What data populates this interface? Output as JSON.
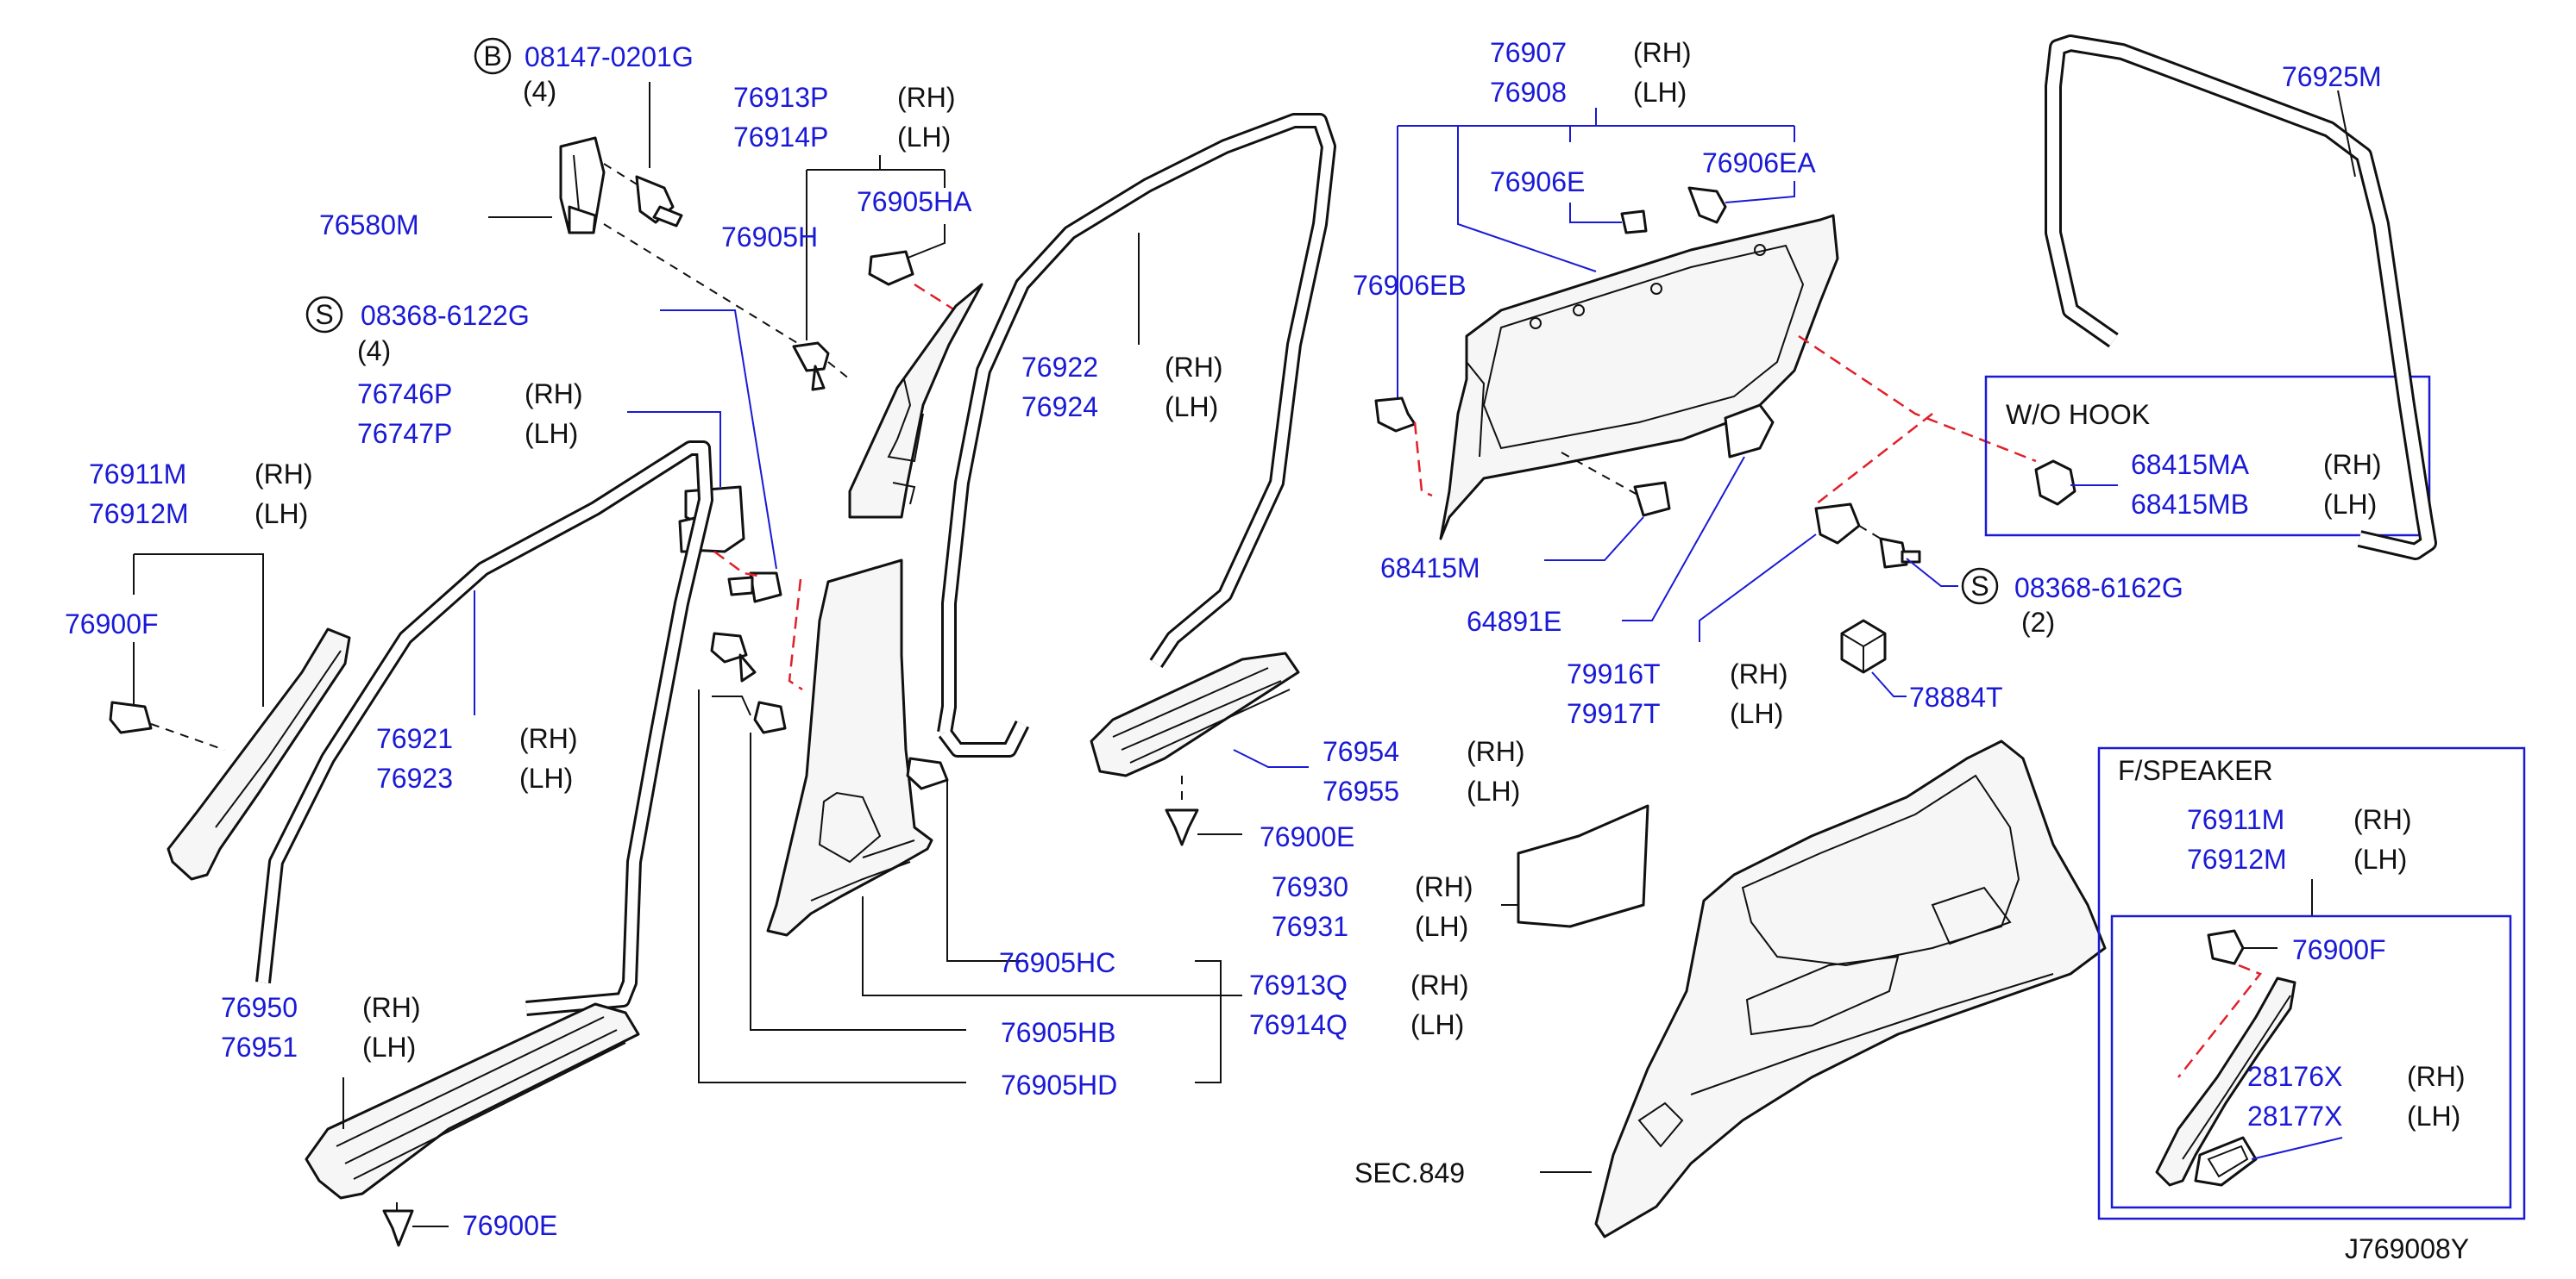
{
  "colors": {
    "part_number": "#1a1ad6",
    "text": "#111111",
    "guide_red": "#e0202a",
    "background": "#ffffff"
  },
  "labels": {
    "b_bolt": {
      "symbol": "B",
      "number": "08147-0201G",
      "qty": "(4)"
    },
    "s_screw_1": {
      "symbol": "S",
      "number": "08368-6122G",
      "qty": "(4)"
    },
    "s_screw_2": {
      "symbol": "S",
      "number": "08368-6162G",
      "qty": "(2)"
    },
    "p76913P": "76913P",
    "p76914P": "76914P",
    "p76905HA": "76905HA",
    "p76905H": "76905H",
    "p76580M": "76580M",
    "p76746P": "76746P",
    "p76747P": "76747P",
    "p76911M": "76911M",
    "p76912M": "76912M",
    "p76900F": "76900F",
    "p76922": "76922",
    "p76924": "76924",
    "p76921": "76921",
    "p76923": "76923",
    "p76950": "76950",
    "p76951": "76951",
    "p76900E_1": "76900E",
    "p76900E_2": "76900E",
    "p76954": "76954",
    "p76955": "76955",
    "p76905HC": "76905HC",
    "p76905HB": "76905HB",
    "p76905HD": "76905HD",
    "p76913Q": "76913Q",
    "p76914Q": "76914Q",
    "p76907": "76907",
    "p76908": "76908",
    "p76906E": "76906E",
    "p76906EA": "76906EA",
    "p76906EB": "76906EB",
    "p68415M": "68415M",
    "p64891E": "64891E",
    "p79916T": "79916T",
    "p79917T": "79917T",
    "p78884T": "78884T",
    "p76930": "76930",
    "p76931": "76931",
    "p76925M": "76925M",
    "p68415MA": "68415MA",
    "p68415MB": "68415MB",
    "p76911M_fs": "76911M",
    "p76912M_fs": "76912M",
    "p76900F_fs": "76900F",
    "p28176X": "28176X",
    "p28177X": "28177X",
    "rh": "(RH)",
    "lh": "(LH)",
    "wo_hook": "W/O   HOOK",
    "f_speaker": "F/SPEAKER",
    "sec849": "SEC.849",
    "diagram_id": "J769008Y"
  }
}
